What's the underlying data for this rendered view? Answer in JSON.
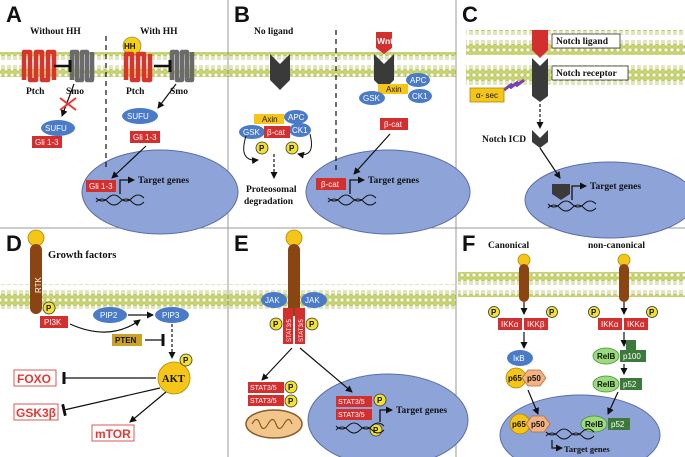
{
  "panels": {
    "A": {
      "letter": "A",
      "without_hh": "Without HH",
      "with_hh": "With HH",
      "hh": "HH",
      "ptch": "Ptch",
      "smo": "Smo",
      "sufu": "SUFU",
      "gli": "Gli 1-3",
      "target_genes": "Target genes"
    },
    "B": {
      "letter": "B",
      "no_ligand": "No ligand",
      "wnt": "Wnt",
      "axin": "Axin",
      "apc": "APC",
      "gsk": "GSK",
      "ck1": "CK1",
      "beta_cat": "β-cat",
      "p": "P",
      "proteosomal": "Proteosomal",
      "degradation": "degradation",
      "target_genes": "Target genes"
    },
    "C": {
      "letter": "C",
      "notch_ligand": "Notch ligand",
      "notch_receptor": "Notch receptor",
      "alpha_sec": "α- sec",
      "notch_icd": "Notch ICD",
      "target_genes": "Target genes"
    },
    "D": {
      "letter": "D",
      "growth_factors": "Growth factors",
      "rtk": "RTK",
      "pi3k": "PI3K",
      "pip2": "PIP2",
      "pip3": "PIP3",
      "pten": "PTEN",
      "akt": "AKT",
      "foxo": "FOXO",
      "gsk3b": "GSK3β",
      "mtor": "mTOR",
      "p": "P"
    },
    "E": {
      "letter": "E",
      "jak": "JAK",
      "stat": "STAT3/5",
      "p": "P",
      "target_genes": "Target genes"
    },
    "F": {
      "letter": "F",
      "canonical": "Canonical",
      "non_canonical": "non-canonical",
      "ikka": "IKKα",
      "ikkb": "IKKβ",
      "ikb": "IκB",
      "p65": "p65",
      "p50": "p50",
      "relb": "RelB",
      "p100": "p100",
      "p52": "p52",
      "p": "P",
      "target_genes": "Target genes"
    }
  },
  "colors": {
    "membrane_head": "#c9d66a",
    "nucleus": "#8ea4d8",
    "red_box": "#d32f2f",
    "blue_oval": "#4a7bc8",
    "yellow_p": "#f2e230",
    "akt_yellow": "#f5c518",
    "receptor_brown": "#8b4513",
    "gold": "#c9a227",
    "green": "#3c7a3c"
  }
}
